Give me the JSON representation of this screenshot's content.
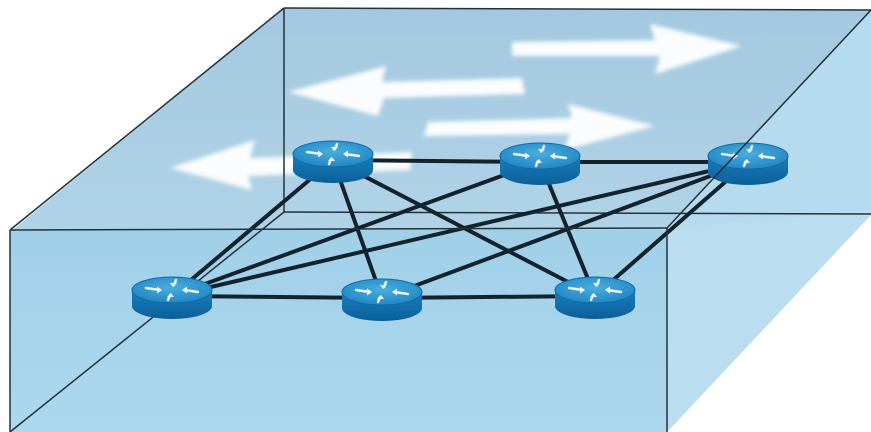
{
  "diagram": {
    "routers": [
      {
        "id": "back-left",
        "icon": "router-icon"
      },
      {
        "id": "back-middle",
        "icon": "router-icon"
      },
      {
        "id": "back-right",
        "icon": "router-icon"
      },
      {
        "id": "front-left",
        "icon": "router-icon"
      },
      {
        "id": "front-middle",
        "icon": "router-icon"
      },
      {
        "id": "front-right",
        "icon": "router-icon"
      }
    ],
    "links": [
      [
        "back-left",
        "back-middle"
      ],
      [
        "back-middle",
        "back-right"
      ],
      [
        "front-left",
        "front-middle"
      ],
      [
        "front-middle",
        "front-right"
      ],
      [
        "back-left",
        "front-left"
      ],
      [
        "back-left",
        "front-middle"
      ],
      [
        "back-left",
        "front-right"
      ],
      [
        "back-middle",
        "front-left"
      ],
      [
        "back-middle",
        "front-right"
      ],
      [
        "back-right",
        "front-left"
      ],
      [
        "back-right",
        "front-middle"
      ],
      [
        "back-right",
        "front-right"
      ]
    ],
    "traffic_arrows": [
      {
        "name": "arrow-right-upper",
        "direction": "right"
      },
      {
        "name": "arrow-left-upper",
        "direction": "left"
      },
      {
        "name": "arrow-right-lower",
        "direction": "right"
      },
      {
        "name": "arrow-left-lower",
        "direction": "left"
      }
    ],
    "colors": {
      "box_top": "#a9cde2",
      "box_front": "#a6d3ea",
      "box_side": "#b4d9ec",
      "box_edge": "#1e2a33",
      "link": "#14232e",
      "router_top": "#2b8fc9",
      "router_side": "#0f6aa6",
      "arrow": "#ffffff"
    }
  }
}
